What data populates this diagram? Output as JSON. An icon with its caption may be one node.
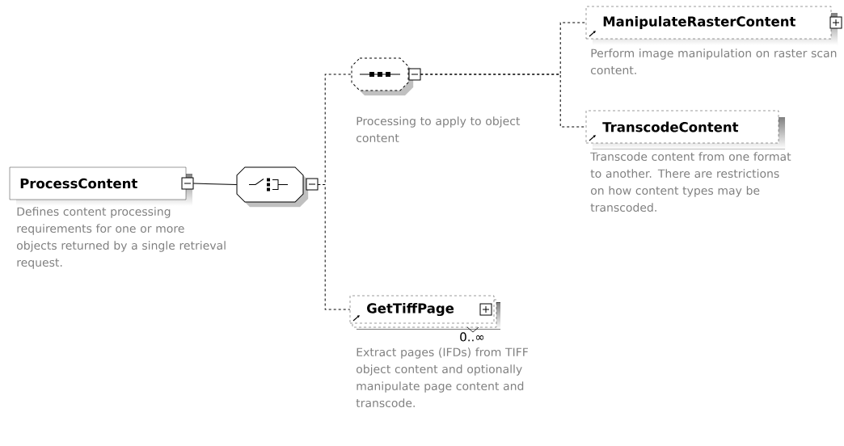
{
  "diagram": {
    "nodes": [
      {
        "text": [
          "ProcessContent"
        ],
        "beside": [
          "Defines content processing requirements for one or more objects returned by a single retrieval request."
        ]
      },
      {
        "text": [],
        "shape": "octagon"
      },
      {
        "text": [],
        "shape": "octagon",
        "beside": [
          "Processing to apply to object content"
        ]
      },
      {
        "text": [
          "ManipulateRasterContent"
        ],
        "beside": [
          "Perform image manipulation on raster scan content."
        ]
      },
      {
        "text": [
          "TranscodeContent"
        ],
        "beside": [
          "Transcode content from one format to another. There are restrictions on how content types may be transcoded."
        ]
      },
      {
        "text": [
          "GetTiffPage"
        ],
        "beside": [
          "0..∞",
          "Extract pages (IFDs) from TIFF object content and optionally manipulate page content and transcode."
        ]
      }
    ],
    "edges": [
      {
        "from": 0,
        "to": 1,
        "arrow": "none"
      },
      {
        "from": 1,
        "to": 2,
        "arrow": "none",
        "style": "dashed"
      },
      {
        "from": 1,
        "to": 5,
        "arrow": "none",
        "style": "dashed"
      },
      {
        "from": 2,
        "to": 3,
        "arrow": "none",
        "style": "dashed"
      },
      {
        "from": 2,
        "to": 4,
        "arrow": "none",
        "style": "dashed"
      }
    ]
  }
}
